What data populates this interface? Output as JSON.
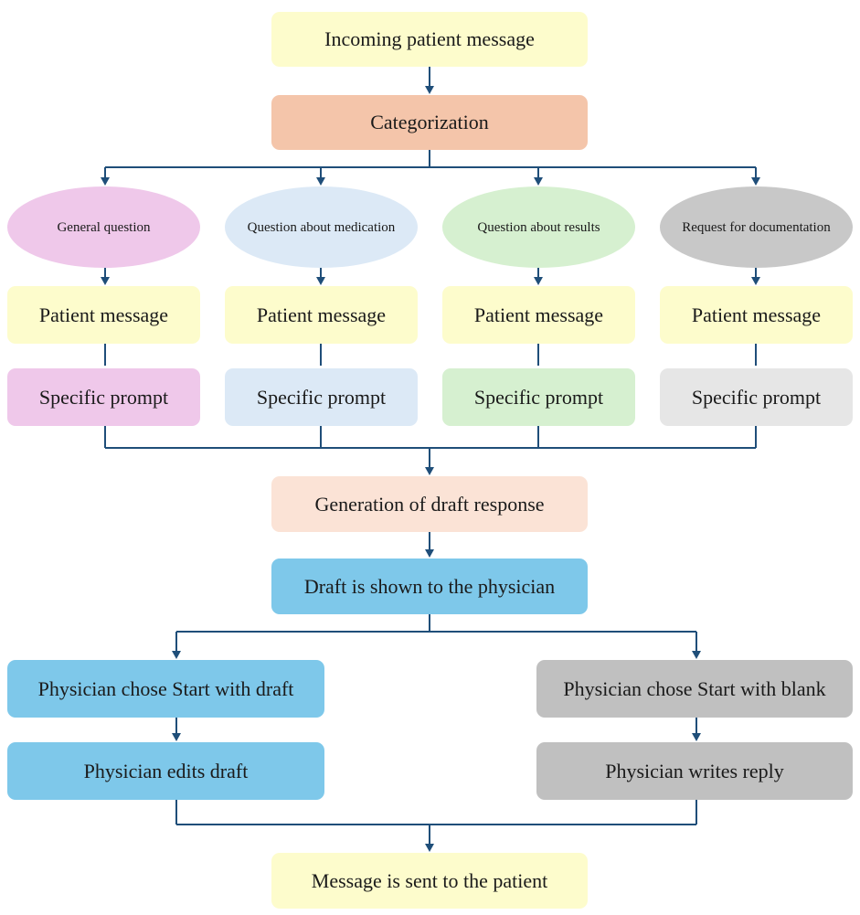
{
  "flow": {
    "incoming": "Incoming patient message",
    "categorization": "Categorization",
    "categories": [
      {
        "label": "General question",
        "color": "#efc8ea",
        "prompt_color": "#efc8ea"
      },
      {
        "label": "Question about medication",
        "color": "#dce9f6",
        "prompt_color": "#dce9f6"
      },
      {
        "label": "Question about results",
        "color": "#d6f0d0",
        "prompt_color": "#d6f0d0"
      },
      {
        "label": "Request for documentation",
        "color": "#c8c8c8",
        "prompt_color": "#e6e6e6"
      }
    ],
    "patient_message": "Patient message",
    "specific_prompt": "Specific prompt",
    "generation": "Generation of draft response",
    "draft_shown": "Draft is shown to the physician",
    "left_branch": {
      "choice": "Physician chose Start with draft",
      "action": "Physician edits draft"
    },
    "right_branch": {
      "choice": "Physician chose Start with blank",
      "action": "Physician writes reply"
    },
    "sent": "Message is sent to the patient"
  },
  "colors": {
    "pale_yellow": "#fdfccc",
    "salmon": "#f4c5aa",
    "peach": "#fbe3d6",
    "blue": "#7ec8ea",
    "gray": "#c0c0c0",
    "connector": "#1f4e79"
  }
}
